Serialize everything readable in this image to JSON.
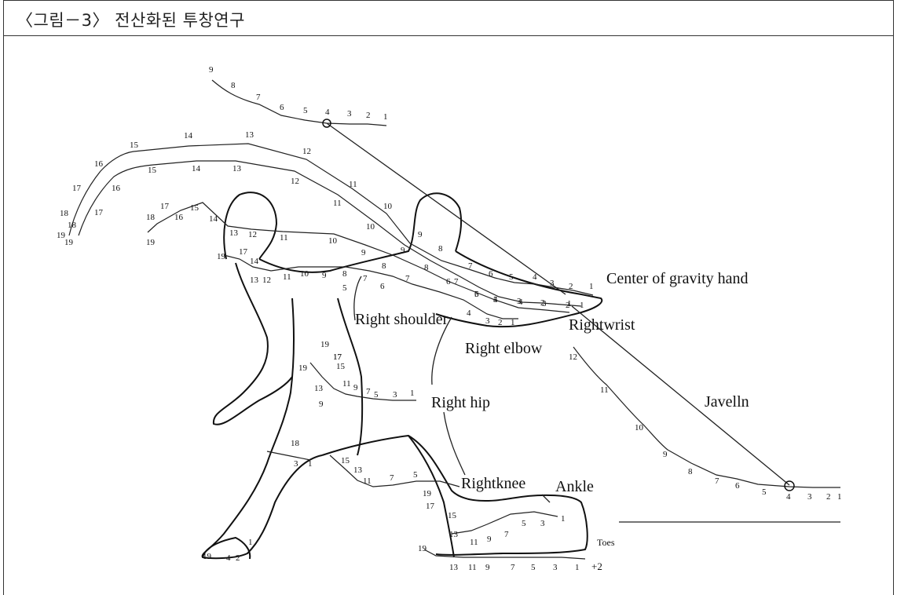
{
  "figure": {
    "caption": "〈그림－3〉 전산화된 투창연구"
  },
  "labels": {
    "center_of_gravity_hand": "Center of gravity hand",
    "right_wrist": "Rightwrist",
    "right_shoulder": "Right shoulder",
    "right_elbow": "Right elbow",
    "javelin": "Javelln",
    "right_hip": "Right hip",
    "right_knee": "Rightknee",
    "ankle": "Ankle",
    "toes": "Toes",
    "toes_extra": "+2"
  },
  "tracks": {
    "javelin_tip_top": [
      "9",
      "8",
      "7",
      "6",
      "5",
      "4",
      "3",
      "2",
      "1"
    ],
    "hand_arc_outer": [
      "19",
      "18",
      "17",
      "16",
      "15",
      "14",
      "13",
      "12",
      "11",
      "10",
      "9",
      "8",
      "7",
      "6",
      "5",
      "4",
      "3",
      "2",
      "1"
    ],
    "hand_arc_inner": [
      "19",
      "18",
      "17",
      "16",
      "15",
      "14",
      "13",
      "12",
      "11",
      "10",
      "9",
      "8",
      "7",
      "6",
      "5",
      "4",
      "3",
      "2",
      "1"
    ],
    "elbow_track": [
      "19",
      "18",
      "17",
      "16",
      "15",
      "14",
      "13",
      "12",
      "11",
      "10",
      "9",
      "8",
      "7",
      "6",
      "5",
      "4",
      "3",
      "2",
      "1"
    ],
    "shoulder_track": [
      "19",
      "17",
      "14",
      "13",
      "12",
      "11",
      "10",
      "9",
      "8",
      "7",
      "6",
      "5",
      "4",
      "3",
      "2",
      "1"
    ],
    "javelin_tail": [
      "12",
      "11",
      "10",
      "9",
      "8",
      "7",
      "6",
      "5",
      "4",
      "3",
      "2",
      "1"
    ],
    "hip_track": [
      "19",
      "17",
      "15",
      "13",
      "11",
      "9",
      "7",
      "5",
      "3",
      "1"
    ],
    "knee_track": [
      "19",
      "18",
      "17",
      "15",
      "13",
      "11",
      "9",
      "7",
      "5",
      "3",
      "1"
    ],
    "foot_track": [
      "19",
      "17",
      "15",
      "13",
      "11",
      "9",
      "7",
      "5",
      "3",
      "1"
    ],
    "toe_track": [
      "19",
      "13",
      "11",
      "9",
      "7",
      "5",
      "3",
      "1"
    ],
    "rear_foot_track": [
      "19",
      "4",
      "2",
      "1"
    ]
  }
}
